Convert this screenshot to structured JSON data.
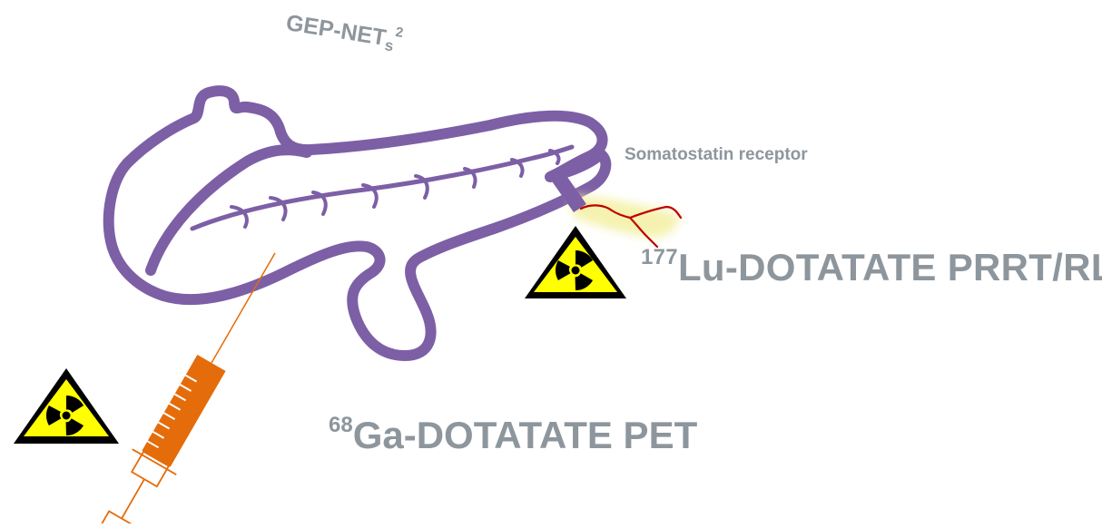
{
  "title": {
    "main": "GEP-NET",
    "sub": "s",
    "sup": "2"
  },
  "receptor_label": "Somatostatin receptor",
  "lutetium_label": {
    "isotope": "177",
    "text": "Lu-DOTATATE PRRT/RLT"
  },
  "gallium_label": {
    "isotope": "68",
    "text": "Ga-DOTATATE PET"
  },
  "colors": {
    "organ": "#7d5fa6",
    "syringe": "#e46c0a",
    "ligand": "#c00000",
    "receptor_glow": "#f3ef9c",
    "hazard_fill": "#ffff00",
    "label_gray": "#8e969d"
  },
  "icons": [
    "pancreas-icon",
    "syringe-icon",
    "radiation-hazard-icon",
    "somatostatin-receptor-icon",
    "radioligand-icon"
  ]
}
